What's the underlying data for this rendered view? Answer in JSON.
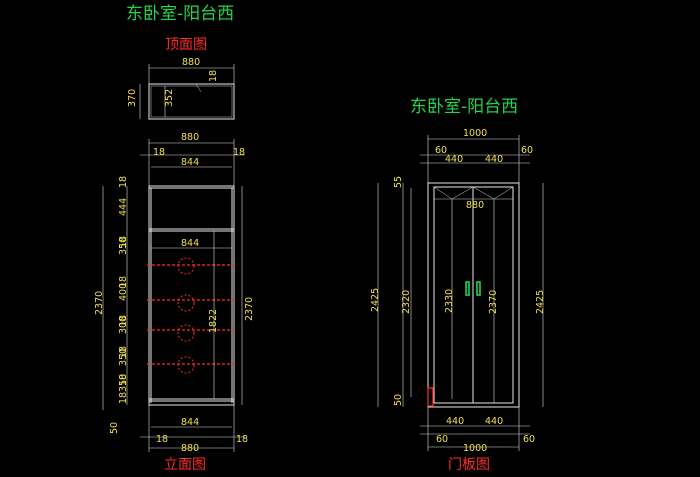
{
  "left_drawing": {
    "title": "东卧室-阳台西",
    "top_view_label": "顶面图",
    "front_view_label": "立面图",
    "top_view_dims": {
      "width_total": "880",
      "thickness": "18",
      "depth": "370",
      "inner_depth": "352"
    },
    "front_view_dims": {
      "width_outer": "880",
      "side_left": "18",
      "side_right": "18",
      "width_inner": "844",
      "shelf_width": "844",
      "bottom_width": "844",
      "total_height_left": "2370",
      "total_height_right": "2370",
      "inner_height": "1822",
      "kick": "50",
      "bottom_side_left": "18",
      "bottom_width_outer": "880",
      "bottom_side_right": "18",
      "vertical_segments": [
        "18",
        "444",
        "18",
        "350",
        "18",
        "400",
        "18",
        "300",
        "18",
        "350",
        "18",
        "350",
        "18"
      ]
    }
  },
  "right_drawing": {
    "title": "东卧室-阳台西",
    "door_view_label": "门板图",
    "dims": {
      "top_width": "1000",
      "top_gap_left": "60",
      "top_door_left": "440",
      "top_door_right": "440",
      "top_gap_right": "60",
      "inner_width": "880",
      "top_margin": "55",
      "total_height_left": "2425",
      "door_height": "2320",
      "inner_height": "2330",
      "body_height": "2370",
      "total_height_right": "2425",
      "bottom_margin": "50",
      "bottom_door_left": "440",
      "bottom_door_right": "440",
      "bottom_gap_left": "60",
      "bottom_width": "1000",
      "bottom_gap_right": "60"
    }
  },
  "colors": {
    "background": "#000000",
    "title": "#22d44a",
    "label": "#ff2b2b",
    "dimension_text": "#f0e14a",
    "lines": "#e8e8e8",
    "handle": "#22d44a"
  }
}
